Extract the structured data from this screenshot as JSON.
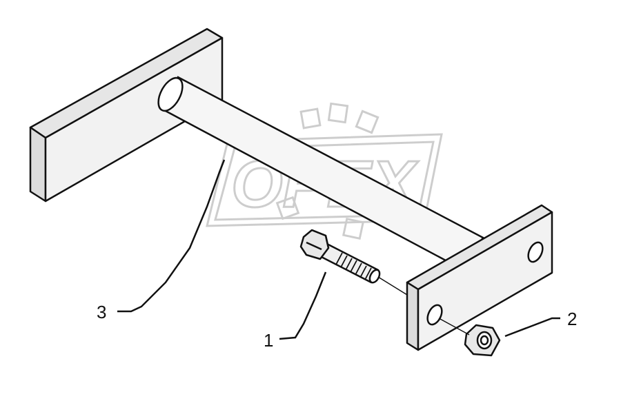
{
  "diagram": {
    "callouts": [
      {
        "id": "1",
        "label": "1"
      },
      {
        "id": "2",
        "label": "2"
      },
      {
        "id": "3",
        "label": "3"
      }
    ],
    "watermark": {
      "text": "OPEX"
    },
    "colors": {
      "line": "#111111",
      "plate_fill": "#ededed",
      "tube_fill": "#f4f4f4",
      "watermark": "#c8c8c8"
    }
  }
}
